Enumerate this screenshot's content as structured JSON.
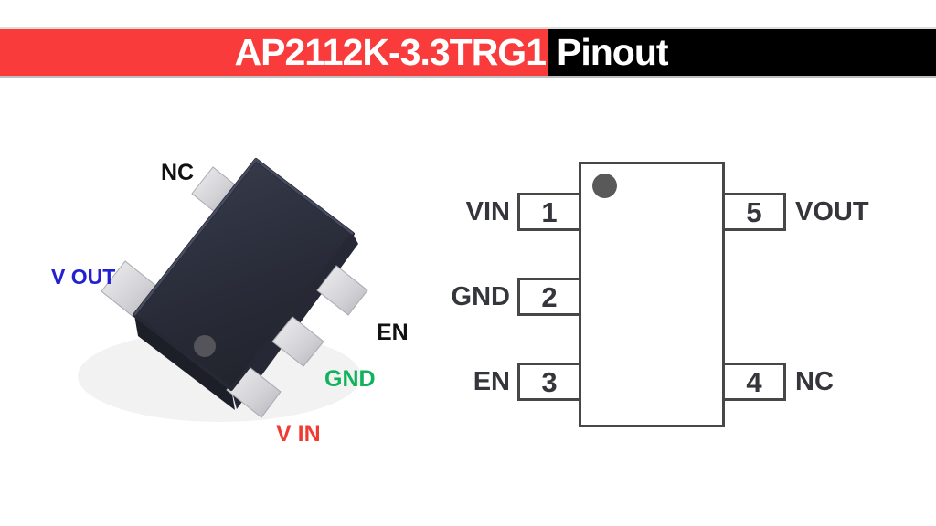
{
  "banner": {
    "title_part": "AP2112K-3.3TRG1",
    "title_rest": "Pinout",
    "colors": {
      "accent_red": "#F93B3B",
      "accent_black": "#000000",
      "text": "#FFFFFF"
    }
  },
  "chip_photo": {
    "pin_labels": [
      {
        "id": "nc",
        "text": "NC",
        "color": "#111111"
      },
      {
        "id": "vout",
        "text": "V OUT",
        "color": "#2121D3"
      },
      {
        "id": "en",
        "text": "EN",
        "color": "#111111"
      },
      {
        "id": "gnd",
        "text": "GND",
        "color": "#10B25C"
      },
      {
        "id": "vin",
        "text": "V IN",
        "color": "#EF3B34"
      }
    ],
    "package_colors": {
      "body": "#2c2f3c",
      "pins": "#d4d4d8",
      "pin1_dot": "#54545a"
    }
  },
  "pinout_diagram": {
    "left_pins": [
      {
        "number": "1",
        "name": "VIN"
      },
      {
        "number": "2",
        "name": "GND"
      },
      {
        "number": "3",
        "name": "EN"
      }
    ],
    "right_pins": [
      {
        "number": "5",
        "name": "VOUT"
      },
      {
        "number": "4",
        "name": "NC"
      }
    ],
    "colors": {
      "outline": "#474747",
      "label_text": "#35363c",
      "pin1_dot": "#595959"
    }
  }
}
